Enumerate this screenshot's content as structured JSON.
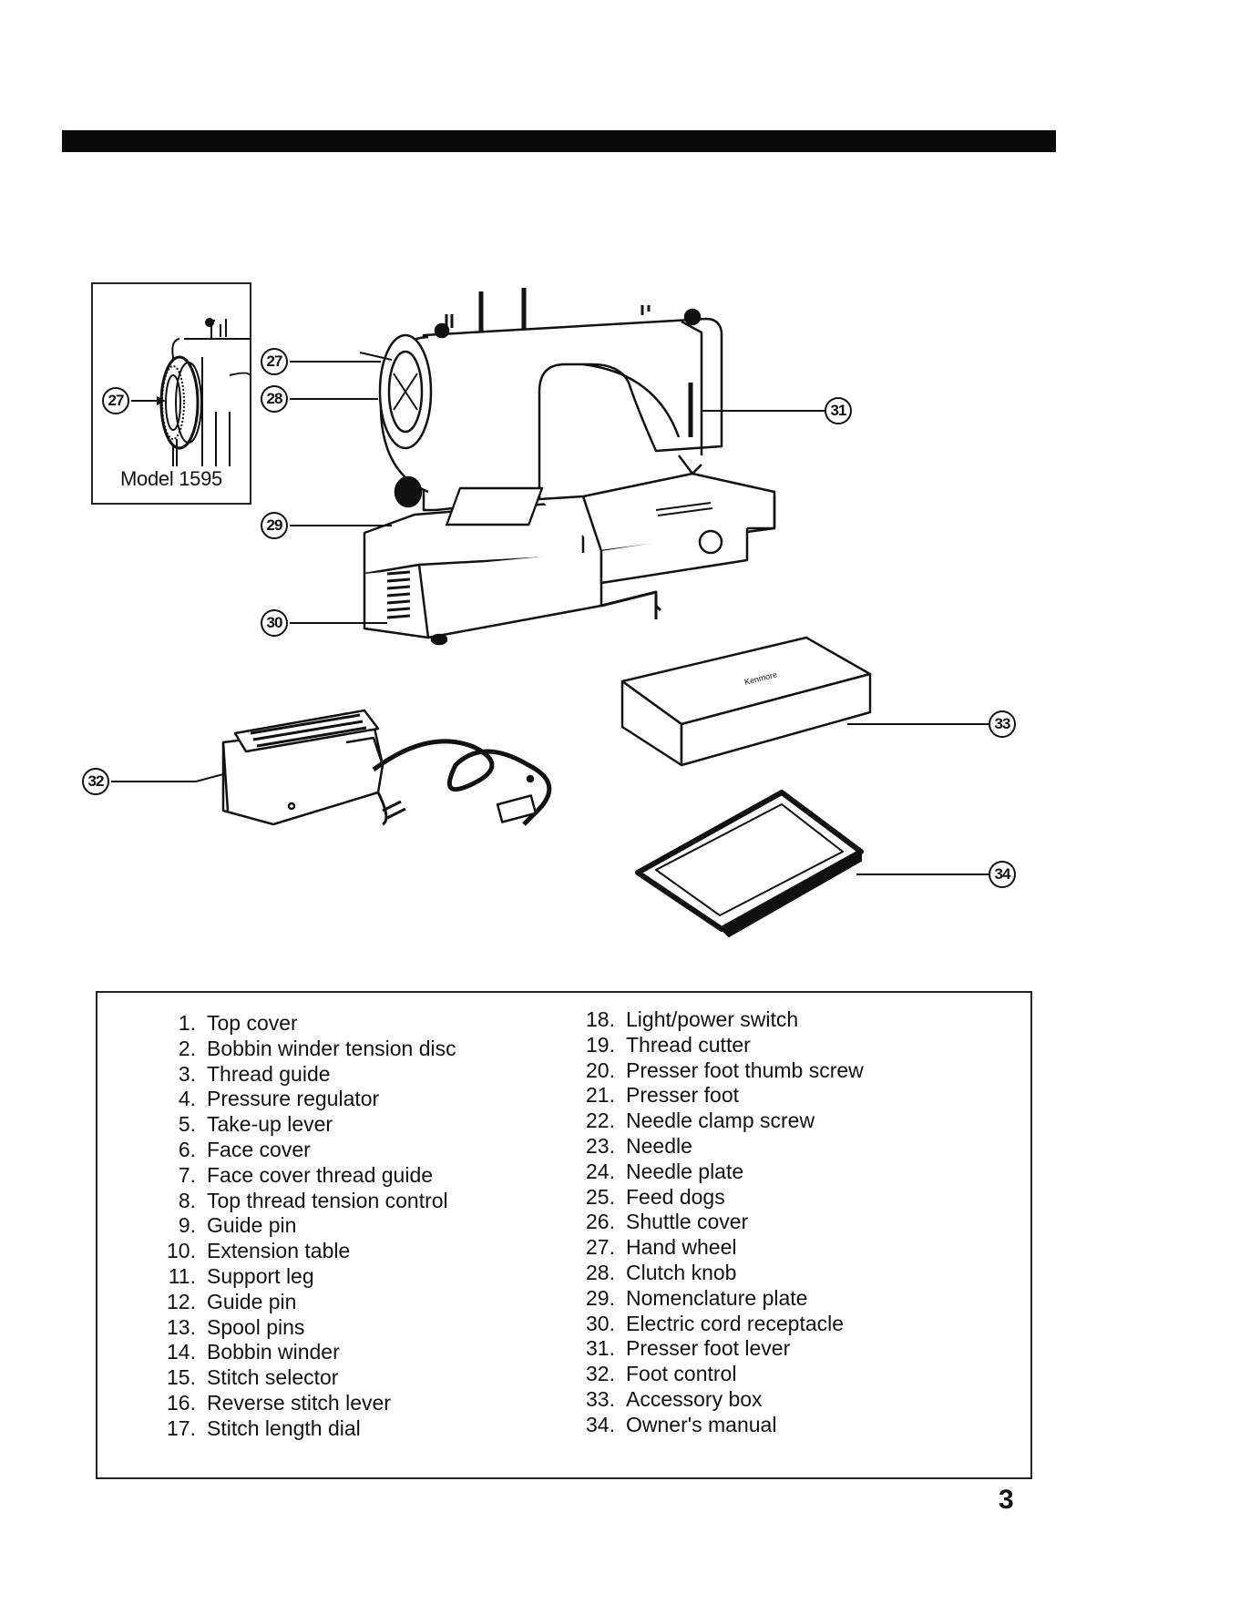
{
  "inset": {
    "caption": "Model 1595",
    "callout": "27"
  },
  "callouts": {
    "c27": "27",
    "c28": "28",
    "c29": "29",
    "c30": "30",
    "c31": "31",
    "c32": "32",
    "c33": "33",
    "c34": "34"
  },
  "box_brand": "Kenmore",
  "parts": {
    "col1": [
      {
        "num": "1.",
        "label": "Top cover"
      },
      {
        "num": "2.",
        "label": "Bobbin winder tension disc"
      },
      {
        "num": "3.",
        "label": "Thread guide"
      },
      {
        "num": "4.",
        "label": "Pressure regulator"
      },
      {
        "num": "5.",
        "label": "Take-up lever"
      },
      {
        "num": "6.",
        "label": "Face cover"
      },
      {
        "num": "7.",
        "label": "Face cover thread guide"
      },
      {
        "num": "8.",
        "label": "Top thread tension control"
      },
      {
        "num": "9.",
        "label": "Guide pin"
      },
      {
        "num": "10.",
        "label": "Extension table"
      },
      {
        "num": "11.",
        "label": "Support leg"
      },
      {
        "num": "12.",
        "label": "Guide pin"
      },
      {
        "num": "13.",
        "label": "Spool pins"
      },
      {
        "num": "14.",
        "label": "Bobbin winder"
      },
      {
        "num": "15.",
        "label": "Stitch selector"
      },
      {
        "num": "16.",
        "label": "Reverse stitch lever"
      },
      {
        "num": "17.",
        "label": "Stitch length dial"
      }
    ],
    "col2": [
      {
        "num": "18.",
        "label": "Light/power switch"
      },
      {
        "num": "19.",
        "label": "Thread cutter"
      },
      {
        "num": "20.",
        "label": "Presser foot thumb screw"
      },
      {
        "num": "21.",
        "label": "Presser foot"
      },
      {
        "num": "22.",
        "label": "Needle clamp screw"
      },
      {
        "num": "23.",
        "label": "Needle"
      },
      {
        "num": "24.",
        "label": "Needle plate"
      },
      {
        "num": "25.",
        "label": "Feed dogs"
      },
      {
        "num": "26.",
        "label": "Shuttle cover"
      },
      {
        "num": "27.",
        "label": "Hand wheel"
      },
      {
        "num": "28.",
        "label": "Clutch knob"
      },
      {
        "num": "29.",
        "label": "Nomenclature plate"
      },
      {
        "num": "30.",
        "label": "Electric cord receptacle"
      },
      {
        "num": "31.",
        "label": "Presser foot lever"
      },
      {
        "num": "32.",
        "label": "Foot control"
      },
      {
        "num": "33.",
        "label": "Accessory box"
      },
      {
        "num": "34.",
        "label": "Owner's manual"
      }
    ]
  },
  "page_number": "3"
}
